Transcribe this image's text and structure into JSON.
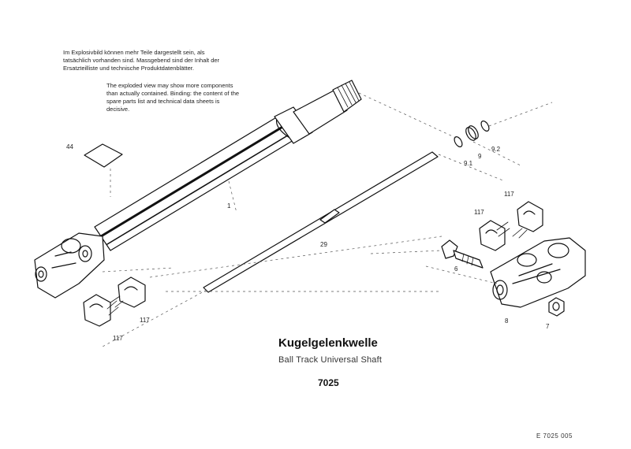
{
  "notes": {
    "german": "Im Explosivbild können mehr Teile dargestellt sein, als tatsächlich vorhanden sind. Massgebend sind der Inhalt der Ersatzteilliste und technische Produktdatenblätter.",
    "english": "The exploded view may show more components than actually contained. Binding: the content of the spare parts list and technical data sheets is decisive."
  },
  "title": "Kugelgelenkwelle",
  "subtitle": "Ball Track Universal Shaft",
  "part_number": "7025",
  "doc_ref": "E 7025 005",
  "callouts": {
    "c44": "44",
    "c1": "1",
    "c29": "29",
    "c9": "9",
    "c9_1": "9.1",
    "c9_2": "9.2",
    "c117_a": "117",
    "c117_b": "117",
    "c117_c": "117",
    "c117_d": "117",
    "c6": "6",
    "c8": "8",
    "c7": "7"
  }
}
